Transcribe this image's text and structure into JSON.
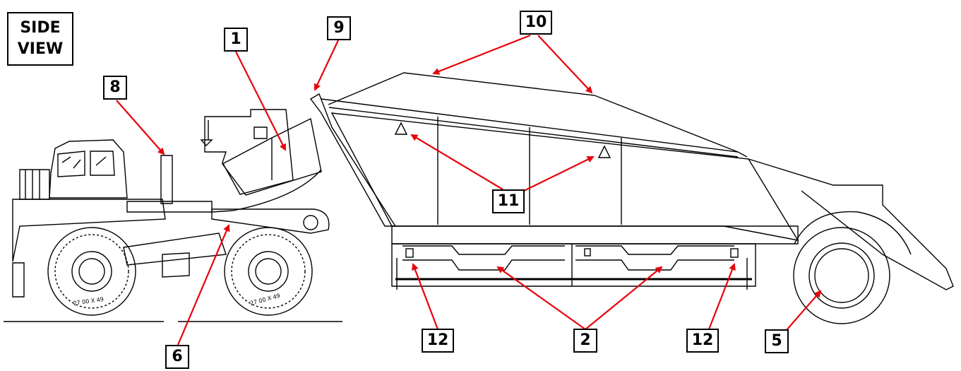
{
  "view_label": {
    "line1": "SIDE",
    "line2": "VIEW"
  },
  "callouts": [
    {
      "id": "1",
      "label": "1"
    },
    {
      "id": "2",
      "label": "2"
    },
    {
      "id": "5",
      "label": "5"
    },
    {
      "id": "6",
      "label": "6"
    },
    {
      "id": "8",
      "label": "8"
    },
    {
      "id": "9",
      "label": "9"
    },
    {
      "id": "10",
      "label": "10"
    },
    {
      "id": "11",
      "label": "11"
    },
    {
      "id": "12a",
      "label": "12"
    },
    {
      "id": "12b",
      "label": "12"
    }
  ],
  "tire_marking": "27 00 X 49",
  "colors": {
    "arrow": "#e8000b",
    "line": "#000000",
    "background": "#ffffff"
  }
}
